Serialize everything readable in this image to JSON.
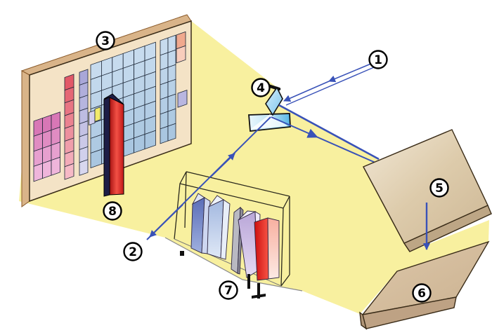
{
  "labels": [
    "1",
    "2",
    "3",
    "4",
    "5",
    "6",
    "7",
    "8"
  ],
  "colors": {
    "beam": "#f8f09f",
    "beam_edge": "#8a8a8a",
    "ray": "#3952b8",
    "board_face": "#f4e3c6",
    "frame": "#d9b489",
    "frame_edge": "#8a5a2a",
    "outline": "#3a2c18",
    "bar_navy": "#1d1d46",
    "wireframe": "#2a281c",
    "foot": "#111111",
    "label_fill": "#ffffff",
    "label_stroke": "#000000",
    "wedge": "#ffffff"
  },
  "gradients": [
    {
      "id": "g-bar-red",
      "dir": "h",
      "stops": [
        "#a81212",
        "#f25045",
        "#c01818"
      ]
    },
    {
      "id": "g-mirror",
      "dir": "d",
      "stops": [
        "#d6effb",
        "#7cc5ec"
      ]
    },
    {
      "id": "g-block",
      "dir": "h",
      "stops": [
        "#eaf7fd",
        "#bfe5f6",
        "#57b6e6"
      ]
    },
    {
      "id": "g-box5",
      "dir": "d",
      "stops": [
        "#f1e7d5",
        "#ddcbab",
        "#cdb795"
      ]
    },
    {
      "id": "g-box6",
      "dir": "d",
      "stops": [
        "#ddc7a9",
        "#cbb291"
      ]
    },
    {
      "id": "g-p1",
      "dir": "v",
      "stops": [
        "#5a6db8",
        "#9fb0de"
      ]
    },
    {
      "id": "g-p2",
      "dir": "v",
      "stops": [
        "#a3b8e0",
        "#dfe8f6"
      ]
    },
    {
      "id": "g-p4",
      "dir": "v",
      "stops": [
        "#b9a6d8",
        "#e6dcf3"
      ]
    },
    {
      "id": "g-p5",
      "dir": "h",
      "stops": [
        "#cc0f0f",
        "#f85545"
      ]
    },
    {
      "id": "g-p5r",
      "dir": "v",
      "stops": [
        "#f8b0a0",
        "#fdeae4"
      ]
    }
  ],
  "board": {
    "cell_stroke": "#1c2636",
    "blocks": [
      {
        "name": "pink-block",
        "u": 6,
        "v": 68,
        "cols": 3,
        "rows": 4,
        "cw": 12.5,
        "rh": 21.5,
        "c1": "#d877b6",
        "c2": "#efb5db"
      },
      {
        "name": "red-column",
        "u": 50,
        "v": 21,
        "cols": 1,
        "rows": 8,
        "cw": 13,
        "rh": 18.2,
        "c1": "#e25968",
        "c2": "#f6b9c6"
      },
      {
        "name": "violet-column",
        "u": 71,
        "v": 21,
        "cols": 1,
        "rows": 8,
        "cw": 12,
        "rh": 18.4,
        "c1": "#a9a7d8",
        "c2": "#d8d7ef"
      },
      {
        "name": "blue-grid-main",
        "u": 87,
        "v": 16,
        "cols": 6,
        "rows": 7,
        "cw": 15.4,
        "rh": 21,
        "c1": "#c7dbee",
        "c2": "#a9c6e0"
      },
      {
        "name": "blue-grid-right",
        "u": 186,
        "v": 16,
        "cols": 2,
        "rows": 7,
        "cw": 11,
        "rh": 21,
        "c1": "#c7dbee",
        "c2": "#a9c6e0"
      },
      {
        "name": "salmon-cells",
        "u": 209,
        "v": 16,
        "cols": 1,
        "rows": 2,
        "cw": 13,
        "rh": 20,
        "c1": "#f0a98e",
        "c2": "#f8cdbc"
      },
      {
        "name": "violet-single",
        "u": 211,
        "v": 100,
        "cols": 1,
        "rows": 1,
        "cw": 13,
        "rh": 20,
        "c1": "#b9b6e0",
        "c2": "#b9b6e0"
      }
    ],
    "highlights": [
      {
        "name": "lavender-cell",
        "u": 84.5,
        "v": 83,
        "w": 8.5,
        "h": 18,
        "color": "#d4cfeb"
      },
      {
        "name": "yellow-cell",
        "u": 93,
        "v": 81,
        "w": 8,
        "h": 18,
        "color": "#f2ea6a"
      }
    ]
  }
}
